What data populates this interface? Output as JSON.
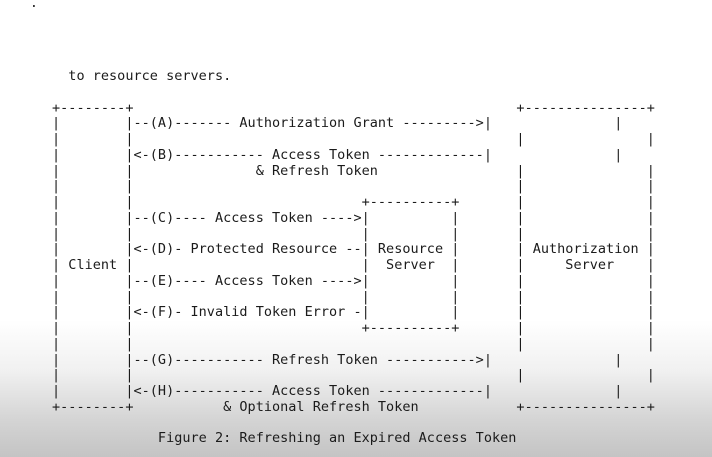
{
  "lines": [
    "  to resource servers.",
    "",
    "+--------+                                               +---------------+",
    "|        |--(A)------- Authorization Grant --------->|               |",
    "|        |                                               |               |",
    "|        |<-(B)----------- Access Token -------------|               |",
    "|        |               & Refresh Token                 |               |",
    "|        |                                               |               |",
    "|        |                            +----------+       |               |",
    "|        |--(C)---- Access Token ---->|          |       |               |",
    "|        |                            |          |       |               |",
    "|        |<-(D)- Protected Resource --| Resource |       | Authorization |",
    "| Client |                            |  Server  |       |     Server    |",
    "|        |--(E)---- Access Token ---->|          |       |               |",
    "|        |                            |          |       |               |",
    "|        |<-(F)- Invalid Token Error -|          |       |               |",
    "|        |                            +----------+       |               |",
    "|        |                                               |               |",
    "|        |--(G)----------- Refresh Token ----------->|               |",
    "|        |                                               |               |",
    "|        |<-(H)----------- Access Token -------------|               |",
    "+--------+           & Optional Refresh Token            +---------------+",
    "",
    "             Figure 2: Refreshing an Expired Access Token"
  ]
}
